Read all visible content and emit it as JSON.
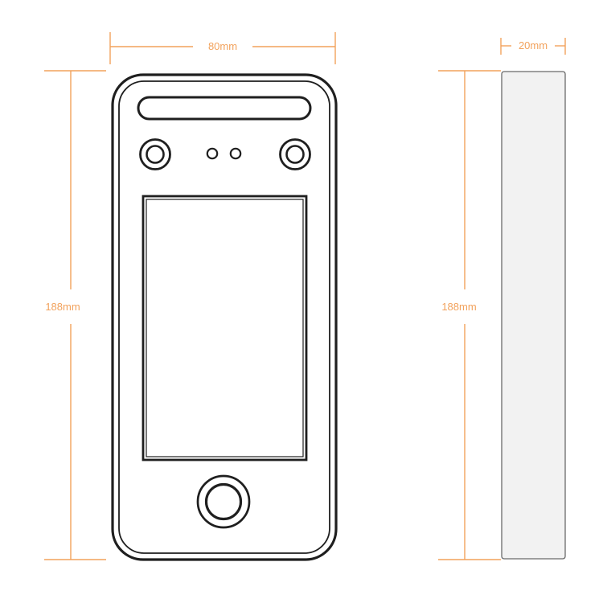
{
  "dimensions": {
    "front_width": "80mm",
    "front_height": "188mm",
    "side_width": "20mm",
    "side_height": "188mm"
  },
  "colors": {
    "dimension": "#f2a25c",
    "device_outline": "#1f1f1f",
    "side_panel_fill": "#f2f2f2",
    "side_panel_stroke": "#6a6a6a"
  },
  "icons": {
    "left_camera": "camera-lens-icon",
    "right_camera": "camera-lens-icon",
    "sensors": "sensor-dot-icon",
    "fingerprint": "fingerprint-button-icon"
  }
}
